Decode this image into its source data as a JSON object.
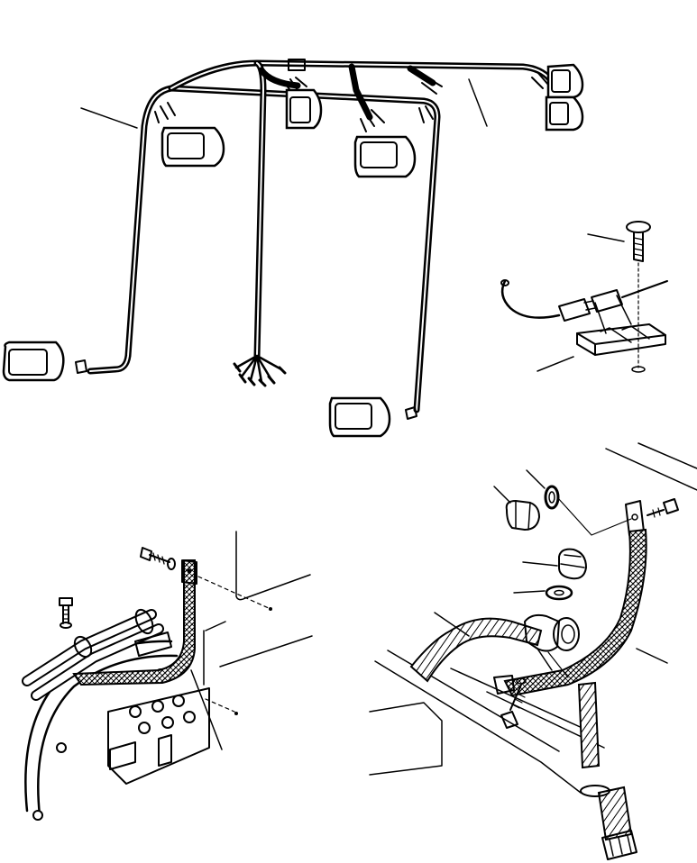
{
  "figure": {
    "panels": [
      {
        "name": "cab-roof-wiring-harness-with-lamps"
      },
      {
        "name": "harness-clip-bracket-detail"
      },
      {
        "name": "rear-left-harness-strap-routing"
      },
      {
        "name": "rear-right-harness-strap-and-hose-routing"
      }
    ]
  }
}
